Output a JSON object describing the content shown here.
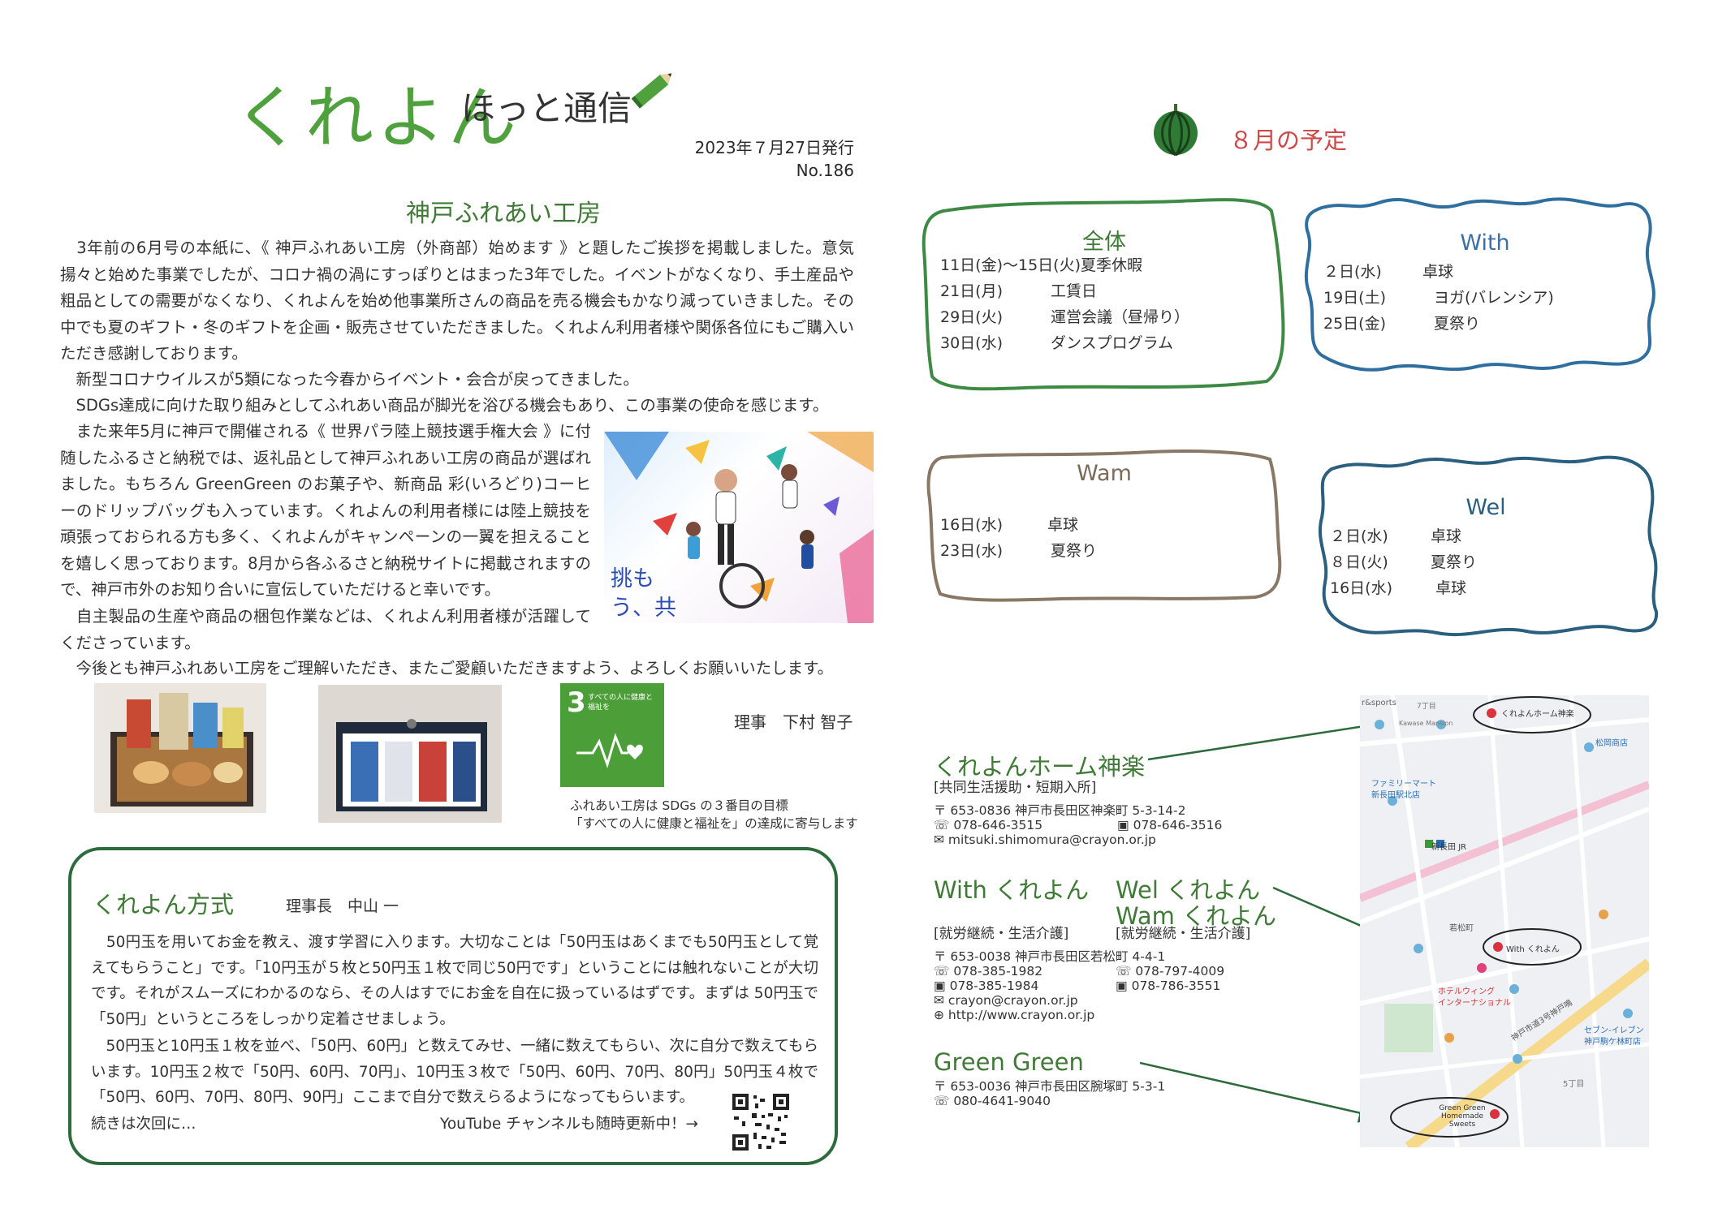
{
  "masthead": {
    "logo": "くれよん",
    "subtitle": "ほっと通信",
    "date": "2023年７月27日発行",
    "issue": "No.186"
  },
  "article": {
    "title": "神戸ふれあい工房",
    "p1": "　3年前の6月号の本紙に、《 神戸ふれあい工房（外商部）始めます 》と題したご挨拶を掲載しました。意気揚々と始めた事業でしたが、コロナ禍の渦にすっぽりとはまった3年でした。イベントがなくなり、手土産品や粗品としての需要がなくなり、くれよんを始め他事業所さんの商品を売る機会もかなり減っていきました。その中でも夏のギフト・冬のギフトを企画・販売させていただきました。くれよん利用者様や関係各位にもご購入いただき感謝しております。",
    "p2": "　新型コロナウイルスが5類になった今春からイベント・会合が戻ってきました。",
    "p3": "　SDGs達成に向けた取り組みとしてふれあい商品が脚光を浴びる機会もあり、この事業の使命を感じます。",
    "p4": "　また来年5月に神戸で開催される《 世界パラ陸上競技選手権大会 》に付随したふるさと納税では、返礼品として神戸ふれあい工房の商品が選ばれました。もちろん GreenGreen のお菓子や、新商品 彩(いろどり)コーヒーのドリップバッグも入っています。くれよんの利用者様には陸上競技を頑張っておられる方も多く、くれよんがキャンペーンの一翼を担えることを嬉しく思っております。8月から各ふるさと納税サイトに掲載されますので、神戸市外のお知り合いに宣伝していただけると幸いです。",
    "p5": "　自主製品の生産や商品の梱包作業などは、くれよん利用者様が活躍してくださっています。",
    "p6": "　今後とも神戸ふれあい工房をご理解いただき、またご愛顧いただきますよう、よろしくお願いいたします。",
    "poster_text": "挑もう、共に。",
    "sdg_number": "3",
    "sdg_label": "すべての人に健康と福祉を",
    "caption1": "ふれあい工房は SDGs の３番目の目標",
    "caption2": "「すべての人に健康と福祉を」の達成に寄与します",
    "signature": "理事　下村 智子"
  },
  "method": {
    "title": "くれよん方式",
    "author": "理事長　中山 一",
    "p1": "　50円玉を用いてお金を教え、渡す学習に入ります。大切なことは「50円玉はあくまでも50円玉として覚えてもらうこと」です。「10円玉が５枚と50円玉１枚で同じ50円です」ということには触れないことが大切です。それがスムーズにわかるのなら、その人はすでにお金を自在に扱っているはずです。まずは 50円玉で「50円」というところをしっかり定着させましょう。",
    "p2": "　50円玉と10円玉１枚を並べ、「50円、60円」と数えてみせ、一緒に数えてもらい、次に自分で数えてもらいます。10円玉２枚で「50円、60円、70円」、10円玉３枚で「50円、60円、70円、80円」50円玉４枚で「50円、60円、70円、80円、90円」ここまで自分で数えらるようになってもらいます。",
    "continued": "続きは次回に…",
    "youtube": "YouTube チャンネルも随時更新中！→"
  },
  "schedule": {
    "title": "８月の予定",
    "zentai": {
      "title": "全体",
      "rows": [
        {
          "date": "11日(金)～15日(火)",
          "event": "夏季休暇"
        },
        {
          "date": "21日(月)",
          "event": "工賃日"
        },
        {
          "date": "29日(火)",
          "event": "運営会議（昼帰り）"
        },
        {
          "date": "30日(水)",
          "event": "ダンスプログラム"
        }
      ]
    },
    "with": {
      "title": "With",
      "rows": [
        {
          "date": "２日(水)",
          "event": "卓球"
        },
        {
          "date": "19日(土)",
          "event": "ヨガ(バレンシア)"
        },
        {
          "date": "25日(金)",
          "event": "夏祭り"
        }
      ]
    },
    "wam": {
      "title": "Wam",
      "rows": [
        {
          "date": "16日(水)",
          "event": "卓球"
        },
        {
          "date": "23日(水)",
          "event": "夏祭り"
        }
      ]
    },
    "wel": {
      "title": "Wel",
      "rows": [
        {
          "date": "２日(水)",
          "event": "卓球"
        },
        {
          "date": "８日(火)",
          "event": "夏祭り"
        },
        {
          "date": "16日(水)",
          "event": "卓球"
        }
      ]
    }
  },
  "contacts": {
    "home": {
      "name": "くれよんホーム神楽",
      "type": "[共同生活援助・短期入所]",
      "addr": "〒 653-0836 神戸市長田区神楽町 5-3-14-2",
      "tel": "078-646-3515",
      "fax": "078-646-3516",
      "mail": "mitsuki.shimomura@crayon.or.jp"
    },
    "with": {
      "name": "With くれよん",
      "type": "[就労継続・生活介護]",
      "addr": "〒 653-0038 神戸市長田区若松町 4-4-1",
      "tel": "078-385-1982",
      "fax": "078-385-1984",
      "mail": "crayon@crayon.or.jp",
      "web": "http://www.crayon.or.jp"
    },
    "welwam": {
      "name1": "Wel くれよん",
      "name2": "Wam くれよん",
      "type": "[就労継続・生活介護]",
      "tel": "078-797-4009",
      "fax": "078-786-3551"
    },
    "green": {
      "name": "Green Green",
      "addr": "〒 653-0036 神戸市長田区腕塚町 5-3-1",
      "tel": "080-4641-9040"
    }
  },
  "map": {
    "pin_home": "くれよんホーム神楽",
    "pin_with": "With くれよん",
    "pin_green1": "Green Green",
    "pin_green2": "Homemade Sweets",
    "label_sports": "r&sports",
    "label_7": "7丁目",
    "label_kawase": "Kawase Mansion",
    "label_family": "ファミリーマート",
    "label_family2": "新長田駅北店",
    "label_shin": "新長田",
    "label_jr": "JR",
    "label_matsuoka": "松岡商店",
    "label_wakamatsu": "若松町",
    "label_hotel": "ホテルウィング",
    "label_hotel2": "インターナショナル",
    "label_seven": "セブン-イレブン",
    "label_seven2": "神戸駒ケ林町店",
    "label_road": "神戸市道3号神戸鳴",
    "label_5": "5丁目"
  }
}
